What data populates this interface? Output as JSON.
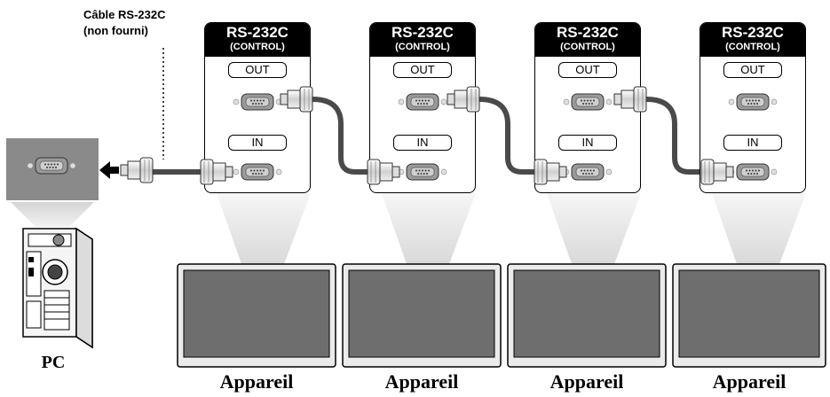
{
  "cable_label": {
    "line1": "Câble RS-232C",
    "line2": "(non fourni)"
  },
  "pc_label": "PC",
  "panels": [
    {
      "title": "RS-232C",
      "subtitle": "(CONTROL)",
      "out_label": "OUT",
      "in_label": "IN"
    },
    {
      "title": "RS-232C",
      "subtitle": "(CONTROL)",
      "out_label": "OUT",
      "in_label": "IN"
    },
    {
      "title": "RS-232C",
      "subtitle": "(CONTROL)",
      "out_label": "OUT",
      "in_label": "IN"
    },
    {
      "title": "RS-232C",
      "subtitle": "(CONTROL)",
      "out_label": "OUT",
      "in_label": "IN"
    }
  ],
  "devices": [
    {
      "label": "Appareil"
    },
    {
      "label": "Appareil"
    },
    {
      "label": "Appareil"
    },
    {
      "label": "Appareil"
    }
  ],
  "colors": {
    "cable": "#4a4a4a",
    "screen": "#6e6e6e",
    "bezel": "#e9e9e9",
    "pc_port_box": "#8a8a8a",
    "beam": "#e6e6e6"
  }
}
